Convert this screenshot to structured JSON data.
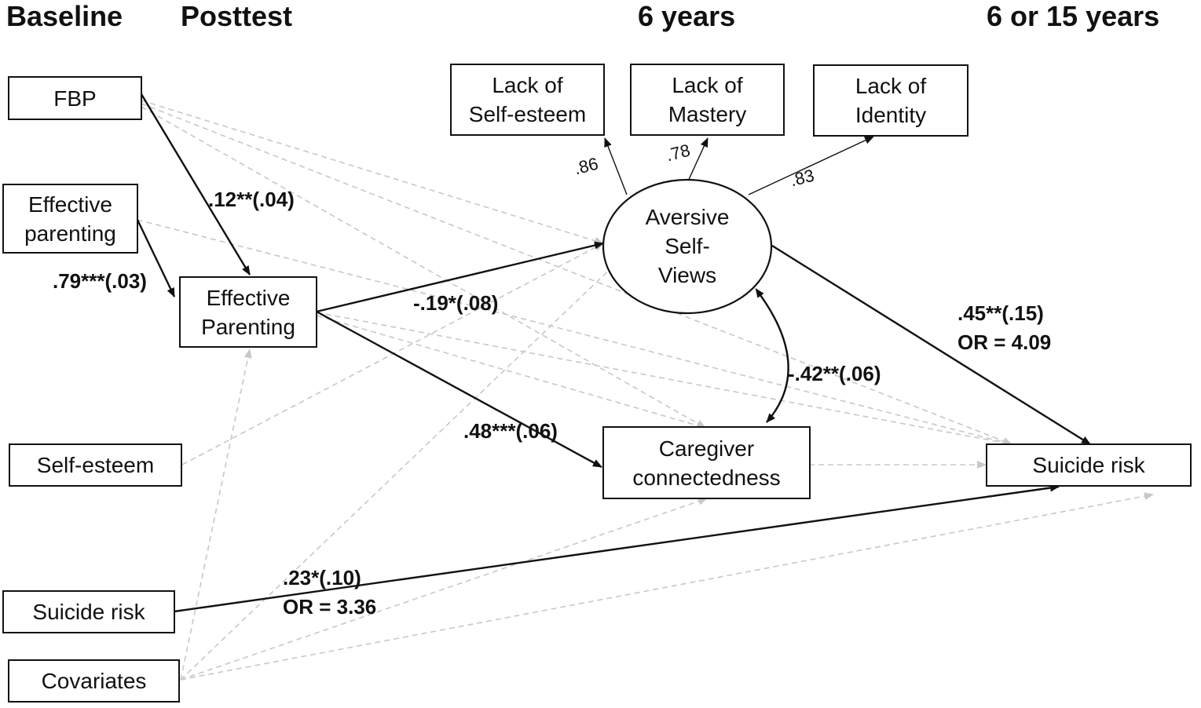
{
  "headers": {
    "baseline": "Baseline",
    "posttest": "Posttest",
    "six_years": "6 years",
    "six_or_fifteen": "6 or 15 years"
  },
  "nodes": {
    "fbp": "FBP",
    "effective_parenting_baseline": "Effective\nparenting",
    "self_esteem": "Self-esteem",
    "suicide_risk_baseline": "Suicide risk",
    "covariates": "Covariates",
    "effective_parenting_posttest": "Effective\nParenting",
    "lack_self_esteem": "Lack of\nSelf-esteem",
    "lack_mastery": "Lack of\nMastery",
    "lack_identity": "Lack of\nIdentity",
    "aversive_self_views": "Aversive\nSelf-\nViews",
    "caregiver_connectedness": "Caregiver\nconnectedness",
    "suicide_risk_outcome": "Suicide risk"
  },
  "paths": {
    "fbp_to_parenting": ".12**(.04)",
    "parenting_stability": ".79***(.03)",
    "parenting_to_aversive": "-.19*(.08)",
    "parenting_to_caregiver": ".48***(.06)",
    "aversive_caregiver_cov": "-.42**(.06)",
    "aversive_to_suicide": ".45**(.15)\nOR = 4.09",
    "baseline_suicide_to_outcome": ".23*(.10)\nOR = 3.36"
  },
  "loadings": {
    "self_esteem": ".86",
    "mastery": ".78",
    "identity": ".83"
  }
}
